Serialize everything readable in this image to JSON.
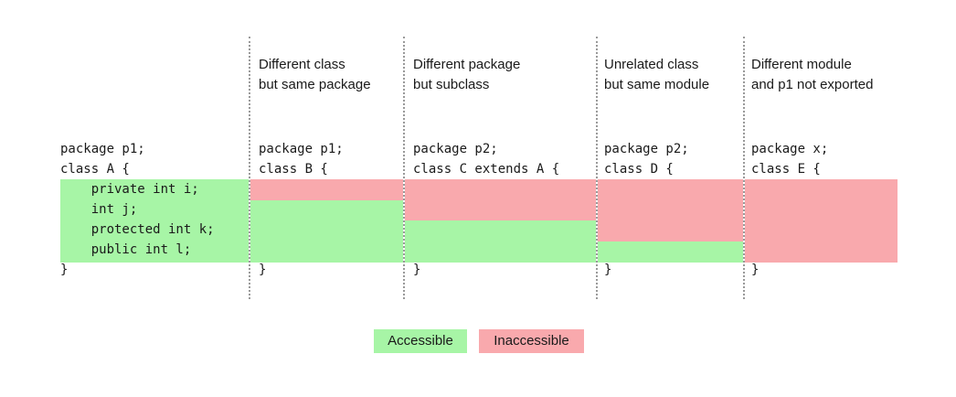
{
  "columns": [
    {
      "header": "",
      "package_line": "package p1;",
      "class_line": "class A {",
      "members": [
        "    private int i;",
        "    int j;",
        "    protected int k;",
        "    public int l;"
      ],
      "close": "}"
    },
    {
      "header": "Different class\nbut same package",
      "package_line": "package p1;",
      "class_line": "class B {",
      "close": "}",
      "accessible_members": 3
    },
    {
      "header": "Different package\nbut subclass",
      "package_line": "package p2;",
      "class_line": "class C extends A {",
      "close": "}",
      "accessible_members": 2
    },
    {
      "header": "Unrelated class\nbut same module",
      "package_line": "package p2;",
      "class_line": "class D {",
      "close": "}",
      "accessible_members": 1
    },
    {
      "header": "Different module\nand p1 not exported",
      "package_line": "package x;",
      "class_line": "class E {",
      "close": "}",
      "accessible_members": 0
    }
  ],
  "legend": {
    "accessible_label": "Accessible",
    "inaccessible_label": "Inaccessible",
    "accessible_color": "#a7f5a6",
    "inaccessible_color": "#f9a9ad"
  }
}
